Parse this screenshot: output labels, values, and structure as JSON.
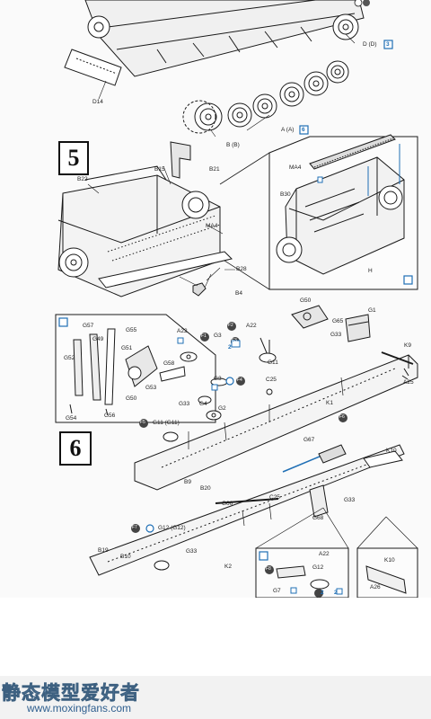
{
  "steps": {
    "step5": "5",
    "step6": "6"
  },
  "top_labels": {
    "d14": "D14",
    "d_d": "D (D)",
    "d_count": "3",
    "a_a": "A (A)",
    "a_count": "6",
    "b_b": "B (B)"
  },
  "step5_labels": {
    "b15": "B15",
    "b21": "B21",
    "b22": "B22",
    "ma4_left": "MA4",
    "b28": "B28",
    "b4": "B4",
    "ma4_inset": "MA4",
    "b30": "B30",
    "h": "H"
  },
  "step6_left_labels": {
    "g57": "G57",
    "g49": "G49",
    "g55": "G55",
    "g51": "G51",
    "g52": "G52",
    "g53": "G53",
    "g58": "G58",
    "g50_left": "G50",
    "g54": "G54",
    "g56": "G56"
  },
  "step6_labels": {
    "g50": "G50",
    "g65": "G65",
    "g1": "G1",
    "g33_top": "G33",
    "k9": "K9",
    "a25": "A25",
    "k1": "K1",
    "a22_a": "A22",
    "g3": "G3",
    "a22_b": "A22",
    "g11": "G11",
    "g3_b": "G3",
    "g2": "G2",
    "g33_mid": "G33",
    "g4": "G4",
    "c25_top": "C25",
    "g11_g11": "G11 (G11)",
    "g67": "G67",
    "k10": "K10",
    "b9": "B9",
    "b20": "B20",
    "g66": "G66",
    "c25": "C25",
    "g68": "G68",
    "g33_low": "G33",
    "g12_g12": "G12 (G12)",
    "b19": "B19",
    "b10": "B10",
    "g33_bottom": "G33",
    "k2": "K2",
    "a22_c": "A22",
    "g12": "G12",
    "g7": "G7",
    "k10_b": "K10",
    "a26": "A26"
  },
  "callouts": {
    "f1": "F1",
    "f2": "F2",
    "f3": "F3",
    "f4": "F4",
    "f5": "F5",
    "f6": "F6",
    "f7": "F7",
    "f8": "F8",
    "x2": "2",
    "x2_b": "2",
    "x2_c": "2"
  },
  "watermark": {
    "site_name_cn": "静态模型爱好者",
    "url": "www.moxingfans.com"
  },
  "colors": {
    "ink": "#1a1a1a",
    "accent_blue": "#1f6fb5",
    "paper": "#fafafa"
  }
}
